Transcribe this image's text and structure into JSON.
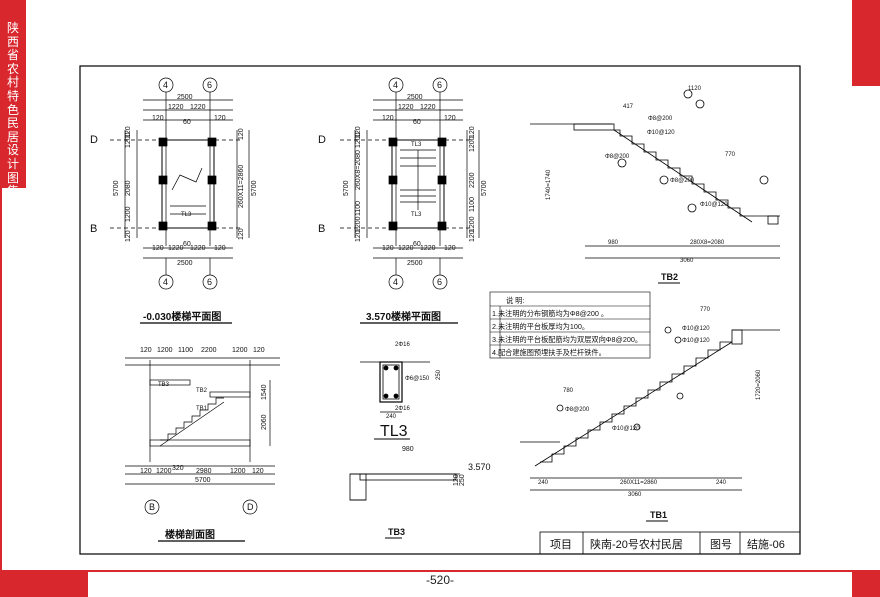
{
  "side_title": "陕西省农村特色民居设计图集",
  "page_number": "-520-",
  "plan1": {
    "title": "-0.030楼梯平面图",
    "top_axes": [
      "4",
      "6"
    ],
    "left_axes": [
      "D",
      "B"
    ],
    "top_dims": [
      "2500",
      "1220",
      "1220",
      "60",
      "120",
      "120"
    ],
    "left_dims": [
      "1200",
      "5700",
      "2080",
      "1200",
      "120",
      "120"
    ],
    "right_dims": [
      "5700",
      "260X11=2860",
      "120",
      "120"
    ],
    "bottom_dims": [
      "60",
      "120",
      "1220",
      "1220",
      "120",
      "2500"
    ],
    "inner": [
      "TL3"
    ]
  },
  "plan2": {
    "title": "3.570楼梯平面图",
    "top_axes": [
      "4",
      "6"
    ],
    "left_axes": [
      "D",
      "B"
    ],
    "top_dims": [
      "2500",
      "1220",
      "1220",
      "60",
      "120",
      "120"
    ],
    "left_dims": [
      "1200",
      "5700",
      "260X8=2080",
      "1100",
      "1200",
      "120",
      "120"
    ],
    "right_dims": [
      "1200",
      "5700",
      "2200",
      "1100",
      "1200",
      "120",
      "120"
    ],
    "bottom_dims": [
      "60",
      "120",
      "1220",
      "1220",
      "120",
      "2500"
    ],
    "inner": [
      "TL3",
      "TL3"
    ]
  },
  "section": {
    "title": "楼梯剖面图",
    "top_dims": [
      "120",
      "1200",
      "1100",
      "2200",
      "1200",
      "120"
    ],
    "right_dims": [
      "1540",
      "2060"
    ],
    "bottom_dims": [
      "120",
      "1200",
      "320",
      "2980",
      "1200",
      "120",
      "5700"
    ],
    "bottom_axes": [
      "B",
      "D"
    ],
    "tags": [
      "TB3",
      "TB2",
      "TB1"
    ]
  },
  "tl3": {
    "title": "TL3",
    "dims": [
      "2Φ16",
      "Φ6@150",
      "250",
      "2Φ16",
      "240"
    ]
  },
  "tb3": {
    "title": "TB3",
    "dims": [
      "980",
      "120",
      "250",
      "3.570"
    ]
  },
  "tb2": {
    "title": "TB2",
    "dims": [
      "417",
      "770",
      "1120",
      "1740=1740",
      "980",
      "280X8=2080",
      "3060"
    ],
    "rebar": [
      "Φ8@200",
      "Φ10@120",
      "Φ8@200",
      "Φ8@200",
      "Φ10@120"
    ]
  },
  "tb1": {
    "title": "TB1",
    "dims": [
      "770",
      "780",
      "1720=2060",
      "240",
      "260X11=2860",
      "240",
      "3060"
    ],
    "rebar": [
      "Φ10@120",
      "Φ10@120",
      "Φ8@200",
      "Φ10@120"
    ]
  },
  "notes": {
    "heading": "说  明:",
    "items": [
      "1.未注明的分布钢筋均为Φ8@200 。",
      "2.未注明的平台板厚均为100。",
      "3.未注明的平台板配筋均为双层双向Φ8@200。",
      "4.配合建施图预埋扶手及栏杆铁件。"
    ]
  },
  "title_block": {
    "project_label": "项目",
    "project_name": "陕南-20号农村民居",
    "drawing_no_label": "图号",
    "drawing_no": "结施-06"
  }
}
